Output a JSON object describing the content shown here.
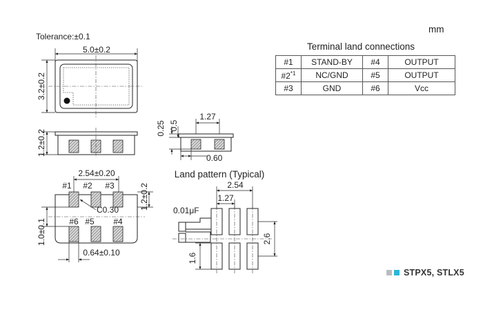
{
  "unit": "mm",
  "tolerance": "Tolerance:±0.1",
  "top_view": {
    "length": "5.0±0.2",
    "width": "3.2±0.2"
  },
  "side_view": {
    "height": "1.2±0.2"
  },
  "bottom_view": {
    "pitch": "2.54±0.20",
    "pad_height": "1.2±0.2",
    "pad_gap": "1.0±0.1",
    "pad_width": "0.64±0.10",
    "chamfer": "C0.30",
    "pins_top": [
      "#1",
      "#2",
      "#3"
    ],
    "pins_bottom": [
      "#6",
      "#5",
      "#4"
    ]
  },
  "side_detail": {
    "pitch": "1.27",
    "h1": "0.25",
    "h2": "0.5",
    "width": "0.60"
  },
  "land_pattern": {
    "title": "Land pattern (Typical)",
    "pitch_wide": "2.54",
    "pitch_narrow": "1.27",
    "capacitor": "0.01μF",
    "height": "2.6",
    "pad_len": "1.6"
  },
  "terminal_table": {
    "title": "Terminal land connections",
    "left": [
      {
        "pin": "#1",
        "func": "STAND-BY"
      },
      {
        "pin": "#2",
        "note": "*1",
        "func": "NC/GND"
      },
      {
        "pin": "#3",
        "func": "GND"
      }
    ],
    "right": [
      {
        "pin": "#4",
        "func": "OUTPUT"
      },
      {
        "pin": "#5",
        "func": "OUTPUT"
      },
      {
        "pin": "#6",
        "func": "Vcc"
      }
    ]
  },
  "series": "STPX5, STLX5",
  "colors": {
    "brand_light": "#b9bcc0",
    "brand_accent": "#29b6d8",
    "pad_hatch": "#555555"
  }
}
